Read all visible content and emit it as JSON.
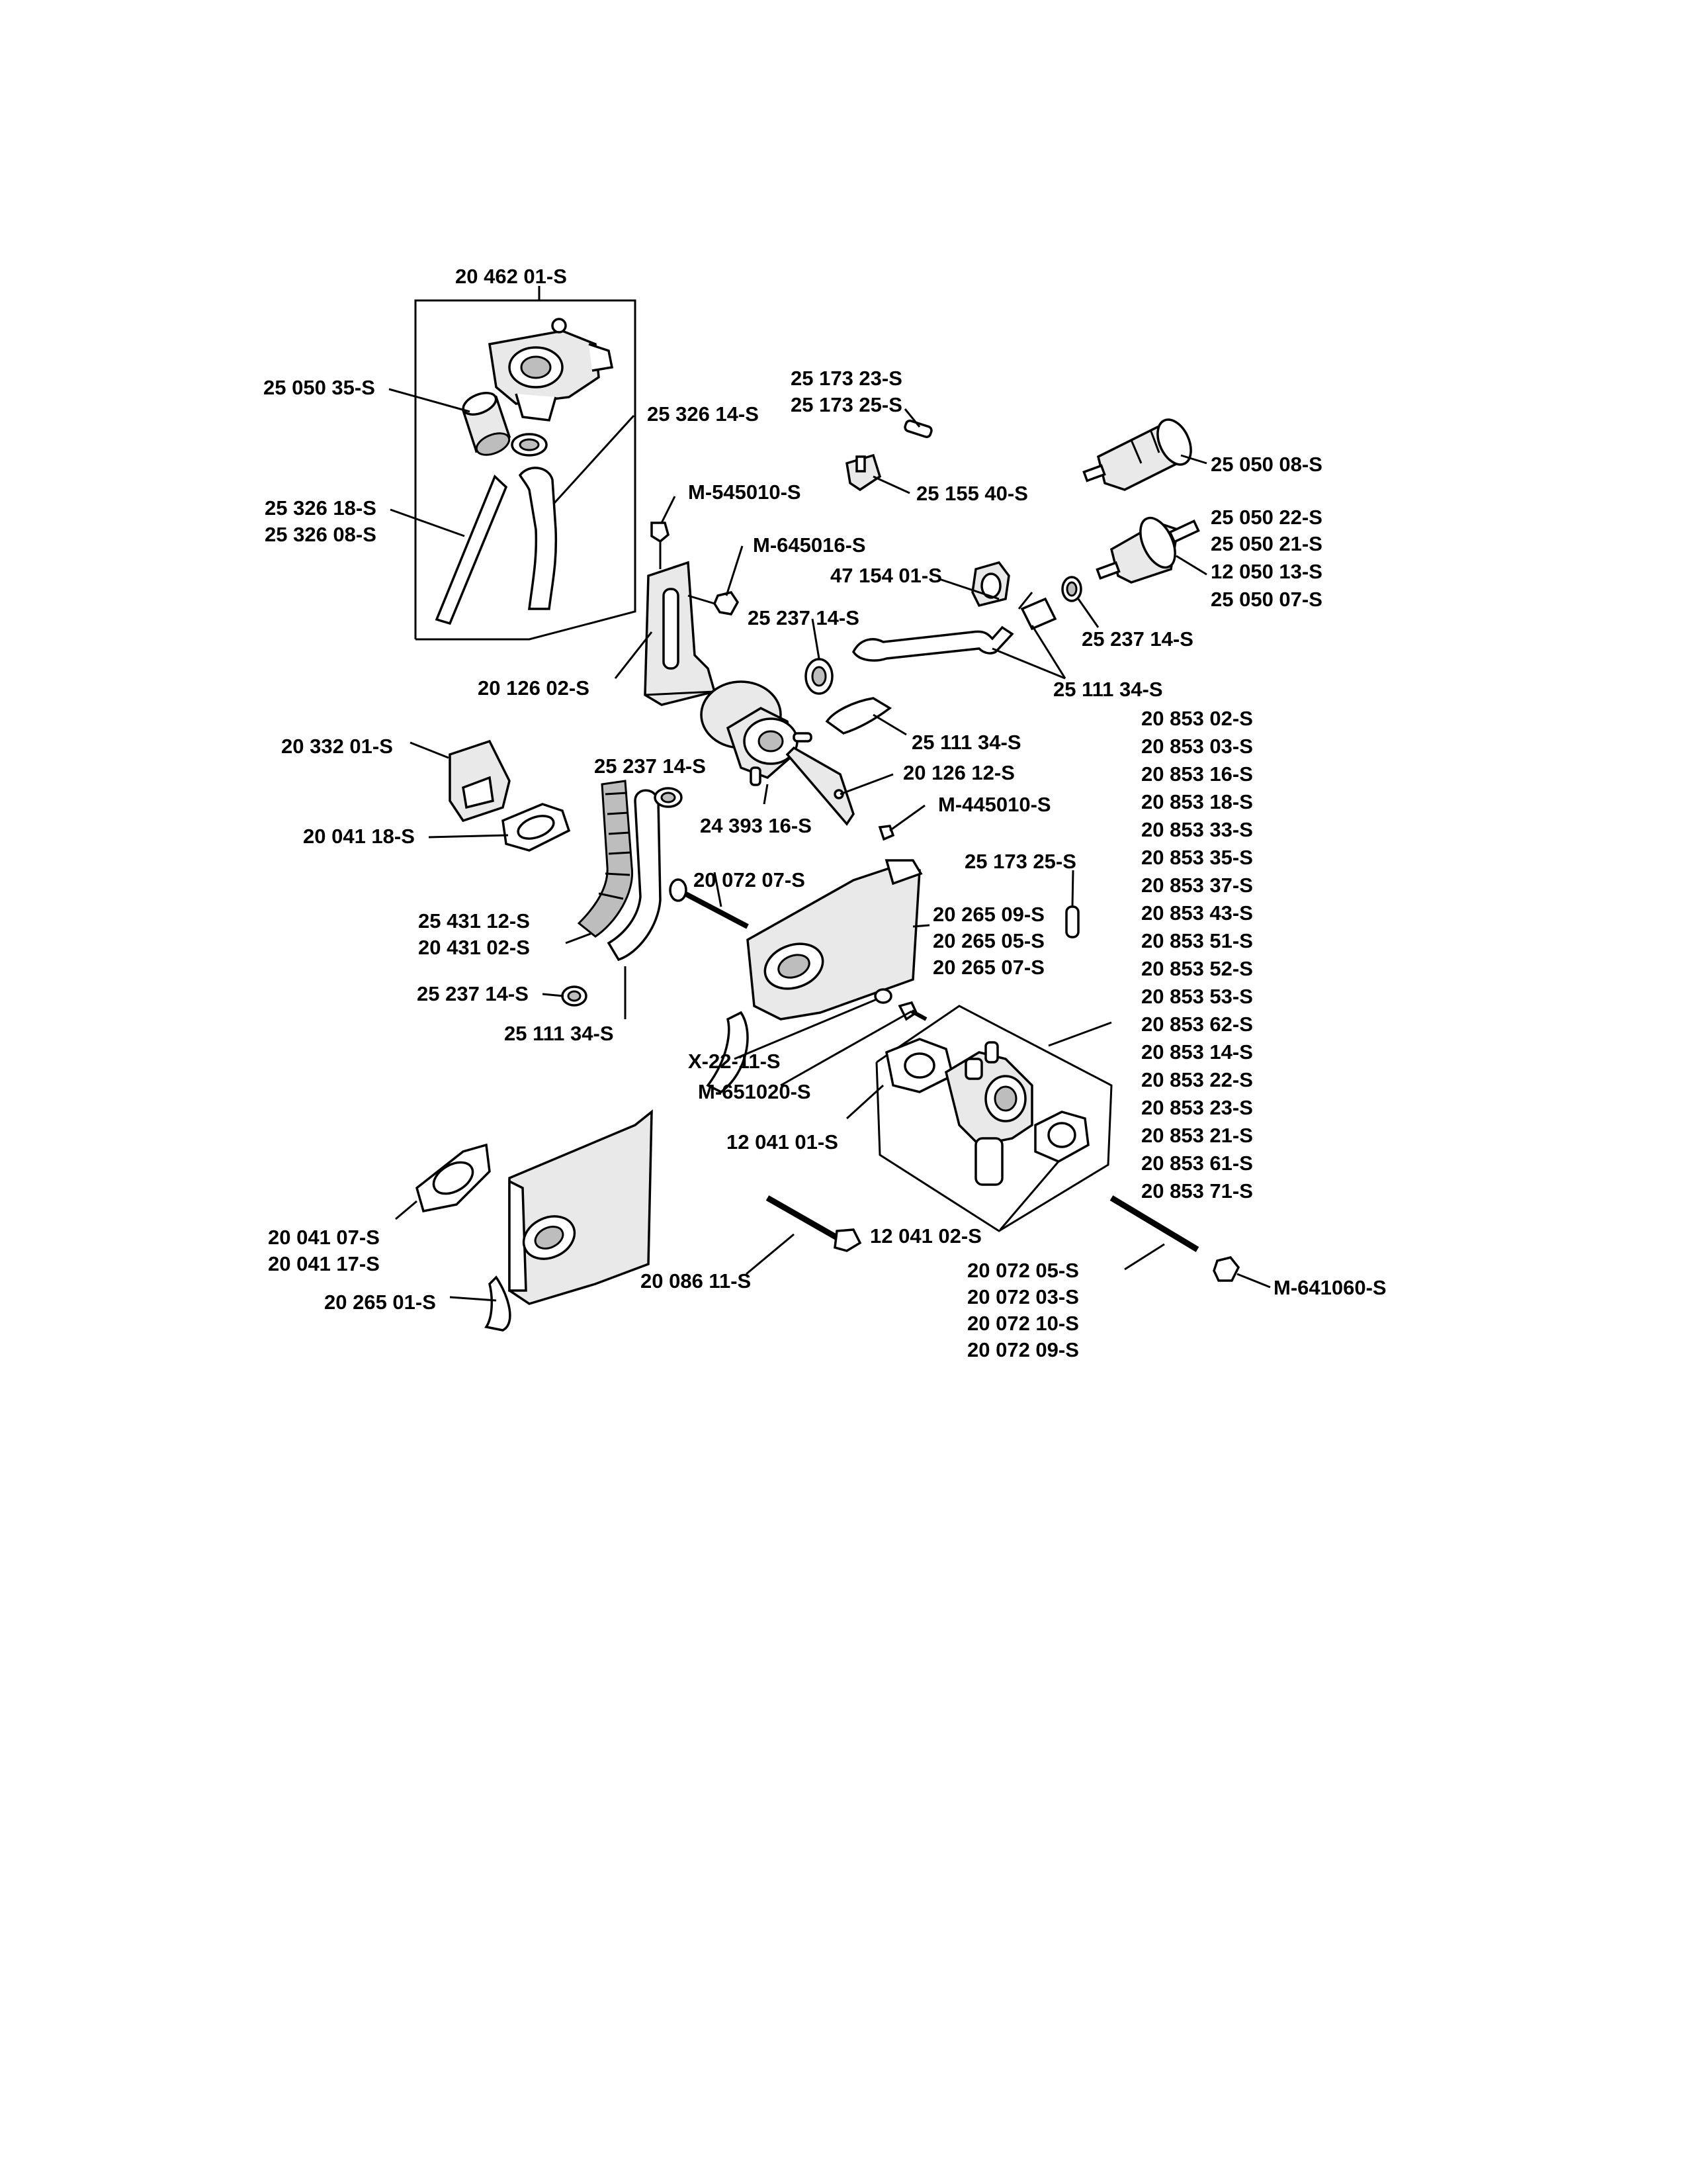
{
  "callouts": {
    "c01": "20 462 01-S",
    "c02": "25 050 35-S",
    "c03": "25 326 14-S",
    "c04a": "25 326 18-S",
    "c04b": "25 326 08-S",
    "c05a": "25 173 23-S",
    "c05b": "25 173 25-S",
    "c06": "25 155 40-S",
    "c07": "25 050 08-S",
    "c08a": "25 050 22-S",
    "c08b": "25 050 21-S",
    "c08c": "12 050 13-S",
    "c08d": "25 050 07-S",
    "c09": "M-545010-S",
    "c10": "M-645016-S",
    "c11": "47 154 01-S",
    "c12": "25 237 14-S",
    "c13": "25 237 14-S",
    "c14": "25 111 34-S",
    "c15": "20 126 02-S",
    "c16": "25 111 34-S",
    "c17": "20 332 01-S",
    "c18": "25 237 14-S",
    "c19": "20 126 12-S",
    "c20": "M-445010-S",
    "c21": "24 393 16-S",
    "c22": "20 041 18-S",
    "c23": "25 173 25-S",
    "c24": "20 072 07-S",
    "c25a": "20 265 09-S",
    "c25b": "20 265 05-S",
    "c25c": "20 265 07-S",
    "c26a": "25 431 12-S",
    "c26b": "20 431 02-S",
    "c27": "25 237 14-S",
    "c28": "25 111 34-S",
    "c29": "X-22-11-S",
    "c30": "M-651020-S",
    "c31": "12 041 01-S",
    "c32": "12 041 02-S",
    "c33a": "20 041 07-S",
    "c33b": "20 041 17-S",
    "c34": "20 265 01-S",
    "c35": "20 086 11-S",
    "c36a": "20 072 05-S",
    "c36b": "20 072 03-S",
    "c36c": "20 072 10-S",
    "c36d": "20 072 09-S",
    "c37": "M-641060-S",
    "carb_list": [
      "20 853 02-S",
      "20 853 03-S",
      "20 853 16-S",
      "20 853 18-S",
      "20 853 33-S",
      "20 853 35-S",
      "20 853 37-S",
      "20 853 43-S",
      "20 853 51-S",
      "20 853 52-S",
      "20 853 53-S",
      "20 853 62-S",
      "20 853 14-S",
      "20 853 22-S",
      "20 853 23-S",
      "20 853 21-S",
      "20 853 61-S",
      "20 853 71-S"
    ]
  }
}
